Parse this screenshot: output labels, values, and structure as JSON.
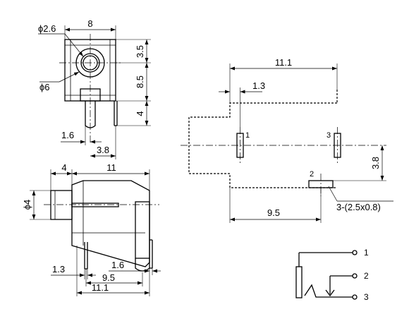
{
  "top_view": {
    "dia_small": "ϕ2.6",
    "width": "8",
    "dia_large": "ϕ6",
    "dim_top": "3.5",
    "dim_mid": "8.5",
    "dim_pin": "4",
    "dim_left": "1.6",
    "dim_right": "3.8"
  },
  "side_view": {
    "dim_nose": "4",
    "dim_body": "11",
    "dia_nose": "ϕ4",
    "dim_left_pin": "1.3",
    "dim_pin_gap": "1.6",
    "dim_pin_span": "9.5",
    "dim_total": "11.1"
  },
  "pcb_layout": {
    "dim_width": "11.1",
    "dim_offset": "1.3",
    "pin1": "1",
    "pin3": "3",
    "pin2": "2",
    "dim_vertical": "3.8",
    "dim_bottom": "9.5",
    "slot_note": "3-(2.5x0.8)"
  },
  "schematic": {
    "pin1": "1",
    "pin2": "2",
    "pin3": "3"
  }
}
